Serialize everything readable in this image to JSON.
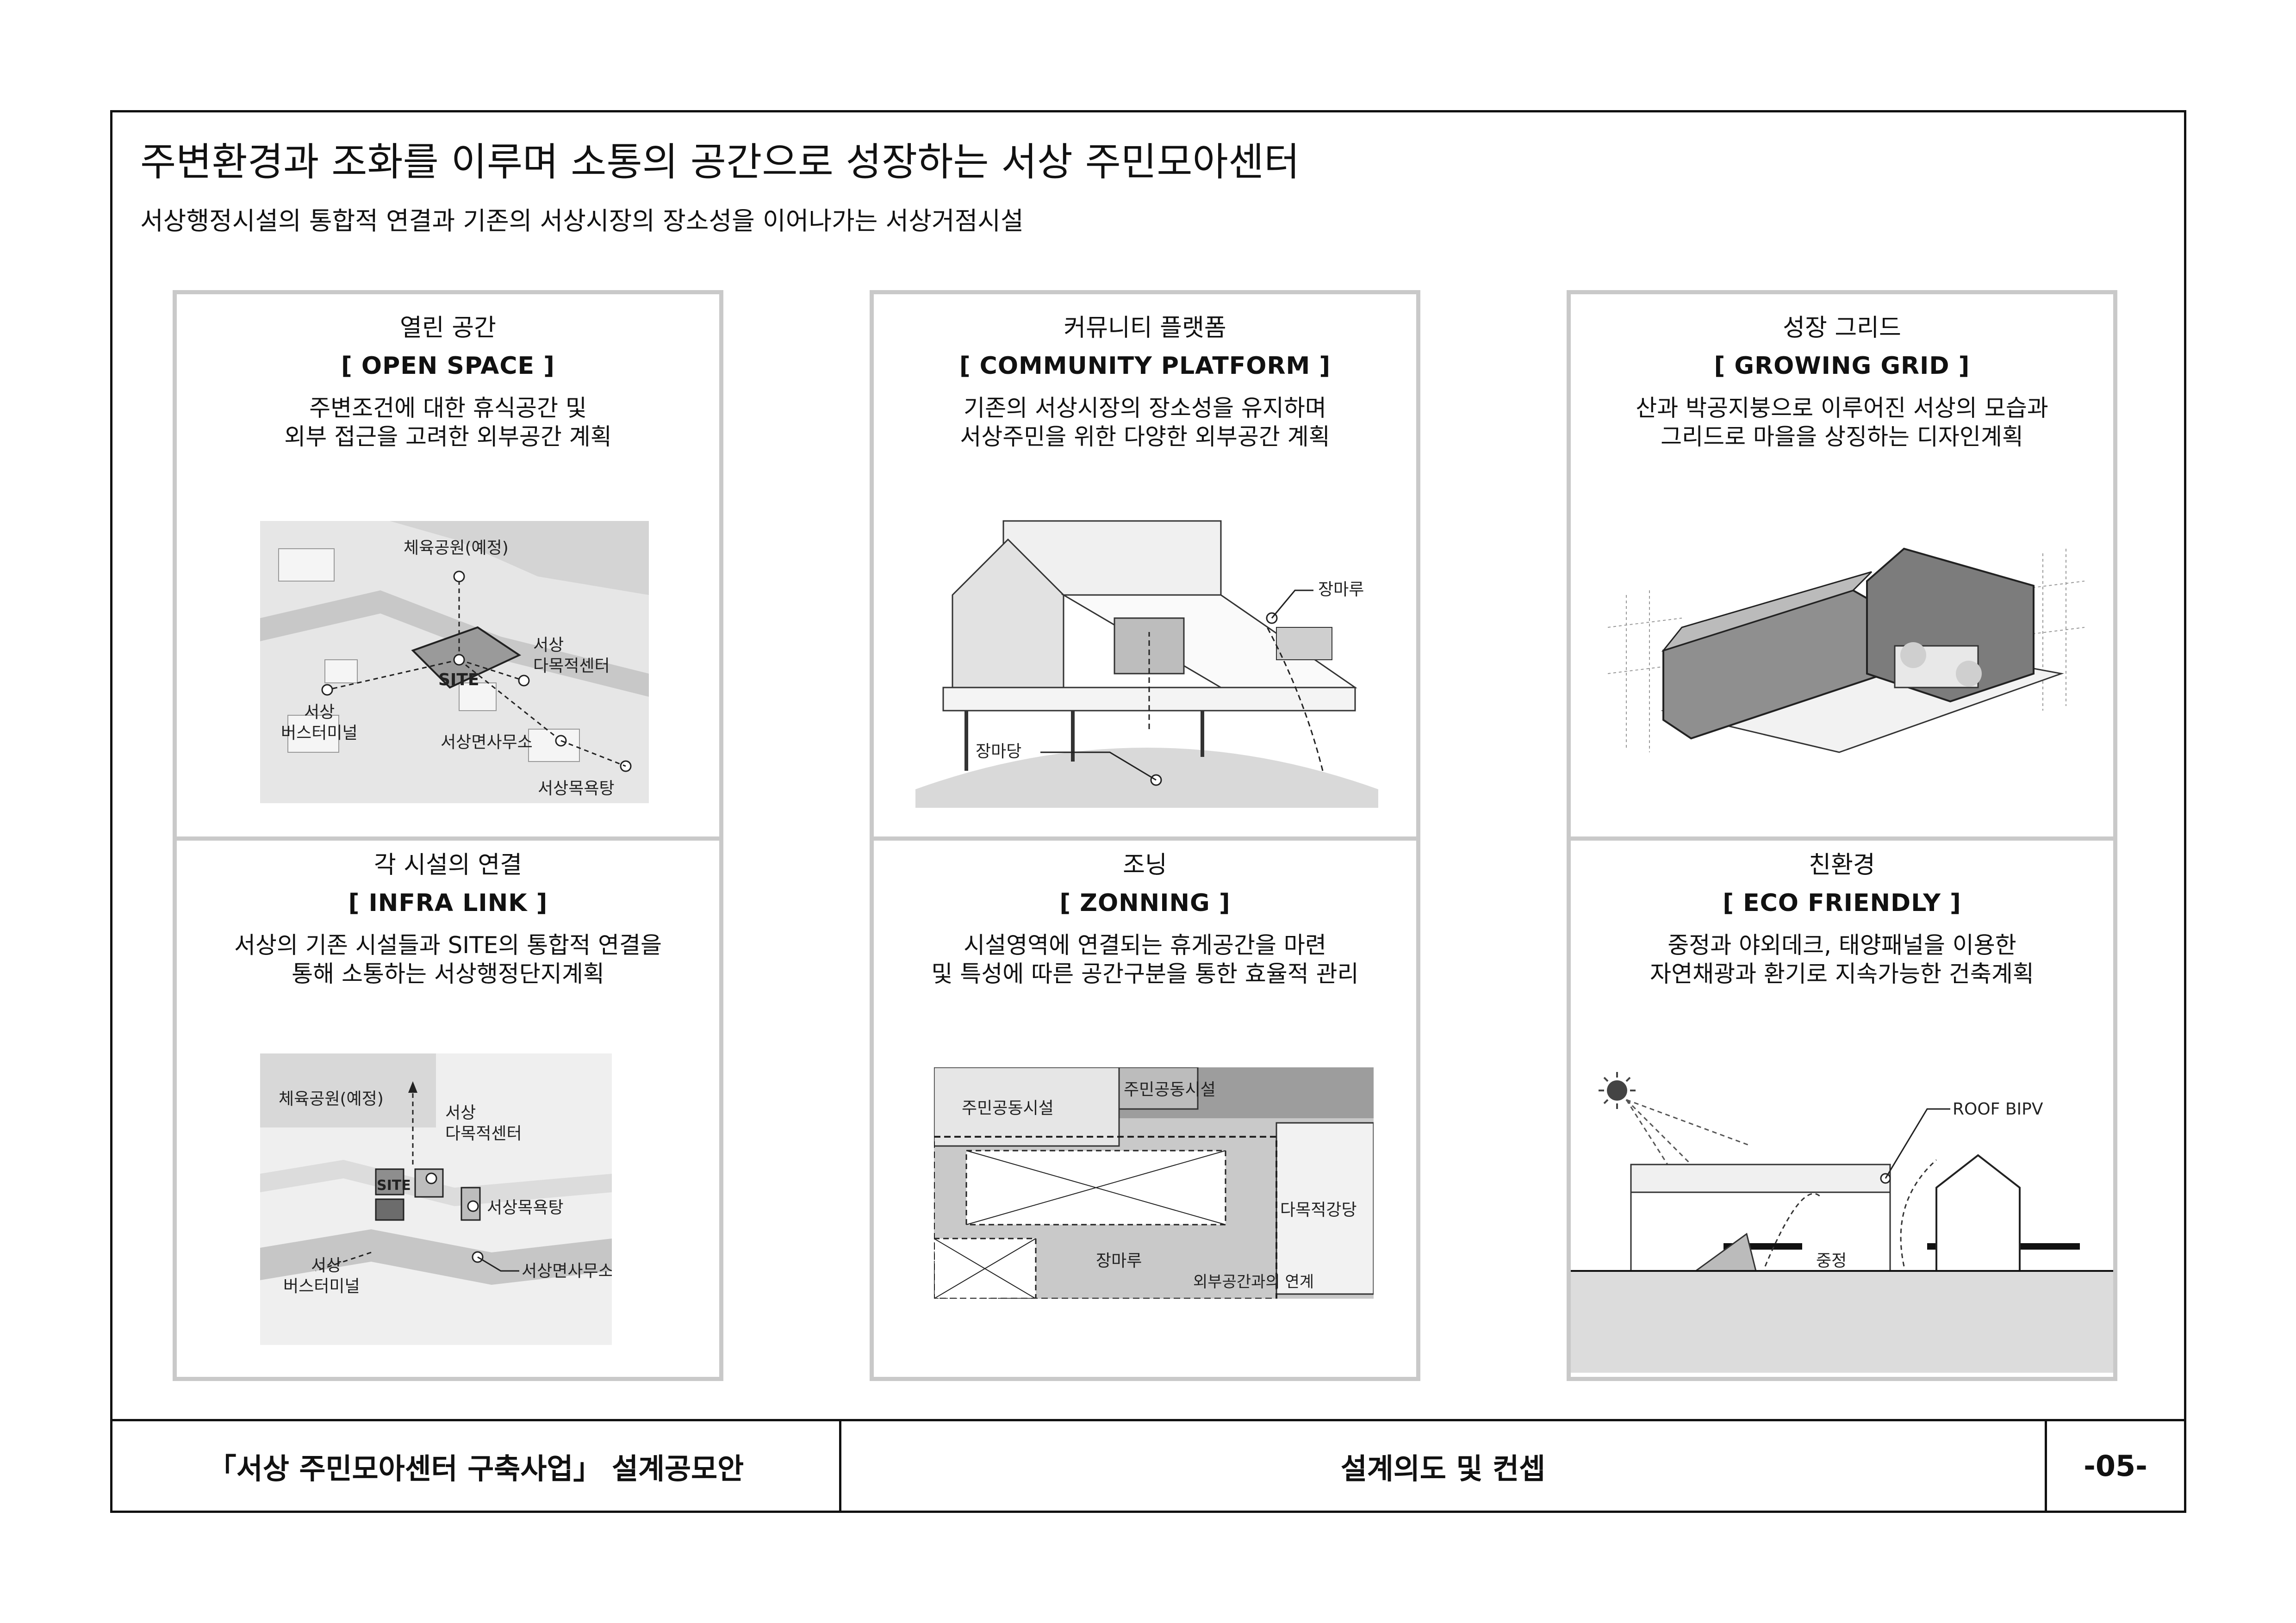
{
  "header": {
    "title": "주변환경과 조화를 이루며 소통의 공간으로 성장하는 서상 주민모아센터",
    "subtitle": "서상행정시설의 통합적 연결과 기존의 서상시장의 장소성을 이어나가는 서상거점시설"
  },
  "panels": [
    {
      "title_ko": "열린 공간",
      "title_en": "[ OPEN SPACE ]",
      "desc": [
        "주변조건에 대한 휴식공간 및",
        "외부 접근을 고려한 외부공간 계획"
      ],
      "labels": [
        "체육공원(예정)",
        "서상",
        "다목적센터",
        "SITE",
        "서상",
        "버스터미널",
        "서상면사무소",
        "서상목욕탕"
      ]
    },
    {
      "title_ko": "커뮤니티 플랫폼",
      "title_en": "[ COMMUNITY PLATFORM ]",
      "desc": [
        "기존의 서상시장의 장소성을 유지하며",
        "서상주민을 위한 다양한 외부공간 계획"
      ],
      "labels": [
        "장마루",
        "장마당"
      ]
    },
    {
      "title_ko": "성장 그리드",
      "title_en": "[ GROWING GRID ]",
      "desc": [
        "산과 박공지붕으로 이루어진 서상의 모습과",
        "그리드로 마을을 상징하는 디자인계획"
      ],
      "labels": []
    },
    {
      "title_ko": "각 시설의 연결",
      "title_en": "[ INFRA LINK ]",
      "desc": [
        "서상의 기존 시설들과 SITE의 통합적 연결을",
        "통해 소통하는 서상행정단지계획"
      ],
      "labels": [
        "체육공원(예정)",
        "서상",
        "다목적센터",
        "SITE",
        "서상목욕탕",
        "서상",
        "버스터미널",
        "서상면사무소"
      ]
    },
    {
      "title_ko": "조닝",
      "title_en": "[ ZONNING ]",
      "desc": [
        "시설영역에 연결되는 휴게공간을 마련",
        "및 특성에 따른 공간구분을 통한 효율적 관리"
      ],
      "labels": [
        "주민공동시설",
        "주민공동시설",
        "다목적강당",
        "장마루",
        "외부공간과의 연계"
      ]
    },
    {
      "title_ko": "친환경",
      "title_en": "[ ECO FRIENDLY ]",
      "desc": [
        "중정과 야외데크, 태양패널을 이용한",
        "자연채광과 환기로 지속가능한 건축계획"
      ],
      "labels": [
        "ROOF BIPV",
        "중정"
      ]
    }
  ],
  "footer": {
    "project": "「서상 주민모아센터 구축사업」 설계공모안",
    "section": "설계의도 및 컨셉",
    "page": "-05-"
  }
}
